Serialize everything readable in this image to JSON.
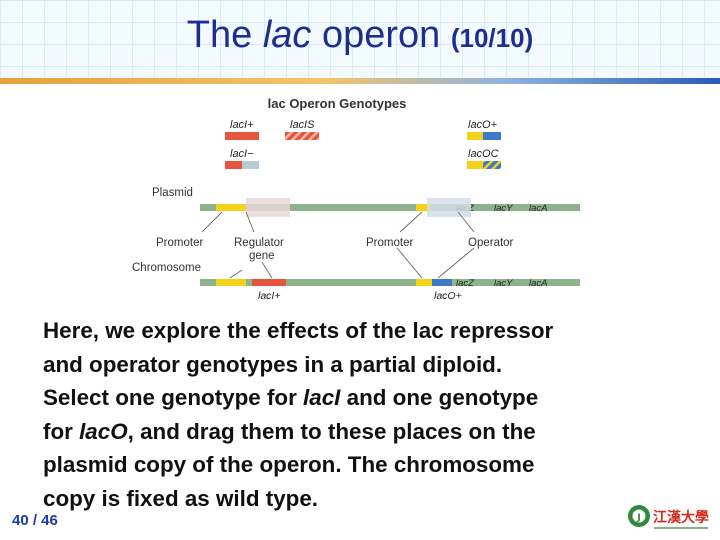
{
  "slide": {
    "title_pre": "The ",
    "title_italic": "lac",
    "title_post": " operon ",
    "title_count": "(10/10)",
    "page_number": "40 / 46"
  },
  "figure": {
    "heading": "lac Operon Genotypes",
    "genotypes": {
      "lacI_plus": "lacI+",
      "lacI_s": "lacIS",
      "lacI_minus": "lacI−",
      "lacO_plus": "lacO+",
      "lacO_c": "lacOC"
    },
    "labels": {
      "plasmid": "Plasmid",
      "chromosome": "Chromosome",
      "promoter_left": "Promoter",
      "regulator": "Regulator",
      "gene": "gene",
      "promoter_right": "Promoter",
      "operator": "Operator",
      "lacZ": "lacZ",
      "lacY": "lacY",
      "lacA": "lacA",
      "chrom_lacI": "lacI+",
      "chrom_lacO": "lacO+"
    },
    "colors": {
      "repressor_red": "#e8553e",
      "operator_blue": "#3b78c7",
      "promoter_yellow": "#f2d21b",
      "dna_green": "#8cb38c"
    }
  },
  "body": {
    "line1": "Here, we explore the effects of the lac repressor",
    "line2": "and operator genotypes in a partial diploid.",
    "line3_a": "Select one genotype for ",
    "line3_it": "lacI",
    "line3_b": " and one genotype",
    "line4_a": "for ",
    "line4_it": "lacO",
    "line4_b": ", and drag them to these places on the",
    "line5": "plasmid copy of the operon. The chromosome",
    "line6": "copy is fixed as wild type."
  },
  "logo": {
    "text": "江漢大學"
  }
}
